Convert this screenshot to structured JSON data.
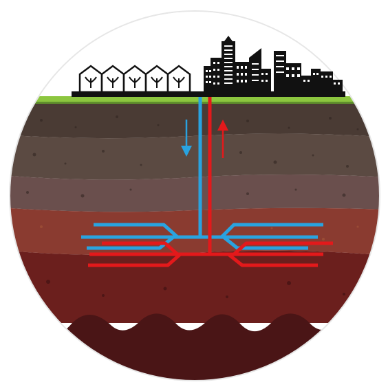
{
  "diagram": {
    "subject": "geothermal-well-schematic",
    "colors": {
      "background": "#ffffff",
      "circle_outline": "#e6e6e6",
      "grass": "#8cc63f",
      "grass_dark": "#5f8f2c",
      "layer_1": "#4a3b34",
      "layer_2": "#5b4a42",
      "layer_3": "#6a4f4d",
      "layer_4": "#8a3b30",
      "layer_5": "#6b1f1d",
      "layer_6": "#4a1516",
      "cold_pipe": "#29a3e0",
      "hot_pipe": "#e3191b",
      "buildings": "#111111",
      "greenhouse": "#ffffff"
    },
    "icons": {
      "greenhouse": "greenhouse-icon",
      "city": "city-skyline-icon",
      "cold_flow": "arrow-down-icon",
      "hot_flow": "arrow-up-icon"
    },
    "greenhouse_count": 5,
    "flows": [
      {
        "name": "cold-water-injection",
        "direction": "down",
        "color": "#29a3e0"
      },
      {
        "name": "hot-water-production",
        "direction": "up",
        "color": "#e3191b"
      }
    ]
  }
}
